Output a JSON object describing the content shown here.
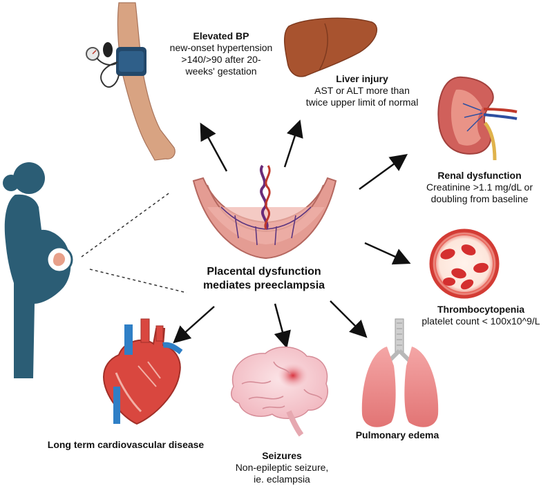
{
  "center": {
    "line1": "Placental dysfunction",
    "line2": "mediates preeclampsia"
  },
  "outcomes": {
    "bp": {
      "title": "Elevated BP",
      "line1": "new-onset hypertension",
      "line2": ">140/>90 after 20-",
      "line3": "weeks' gestation"
    },
    "liver": {
      "title": "Liver injury",
      "line1": "AST or ALT more than",
      "line2": "twice upper limit of normal"
    },
    "renal": {
      "title": "Renal dysfunction",
      "line1": "Creatinine >1.1 mg/dL or",
      "line2": "doubling from baseline"
    },
    "thrombo": {
      "title": "Thrombocytopenia",
      "line1": "platelet count < 100x10^9/L"
    },
    "pulmonary": {
      "title": "Pulmonary edema"
    },
    "seizures": {
      "title": "Seizures",
      "line1": "Non-epileptic seizure,",
      "line2": "ie. eclampsia"
    },
    "cardio": {
      "title": "Long term cardiovascular disease"
    }
  },
  "icons": [
    "pregnant-woman-icon",
    "placenta-icon",
    "blood-pressure-arm-icon",
    "liver-icon",
    "kidney-icon",
    "blood-vessel-icon",
    "lungs-icon",
    "brain-icon",
    "heart-icon"
  ],
  "colors": {
    "arrow": "#111111",
    "figure": "#2b5d75",
    "organ_red": "#d9473f",
    "liver_brown": "#a8532f"
  }
}
